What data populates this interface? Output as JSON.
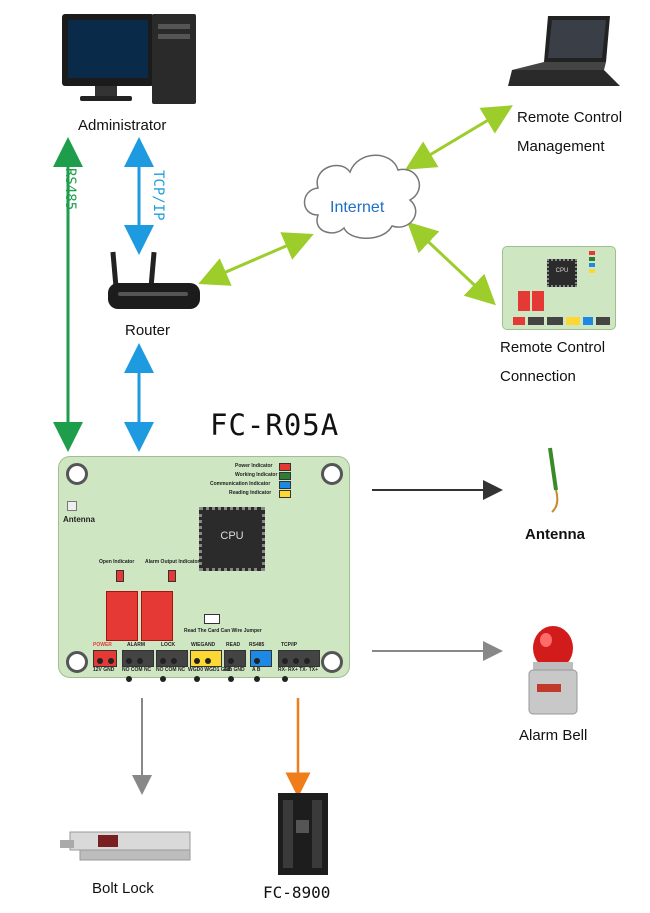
{
  "title": "FC-R05A",
  "nodes": {
    "administrator": "Administrator",
    "remote_mgmt_line1": "Remote Control",
    "remote_mgmt_line2": "Management",
    "internet": "Internet",
    "router": "Router",
    "remote_conn_line1": "Remote Control",
    "remote_conn_line2": "Connection",
    "antenna": "Antenna",
    "alarm_bell": "Alarm Bell",
    "bolt_lock": "Bolt Lock",
    "fc8900": "FC-8900"
  },
  "links": {
    "rs485": "RS485",
    "tcpip": "TCP/IP"
  },
  "board": {
    "cpu": "CPU",
    "antenna": "Antenna",
    "indicators": [
      "Power Indicator",
      "Working Indicator",
      "Communication Indicator",
      "Reading Indicator"
    ],
    "open_indicator": "Open Indicator",
    "alarm_output_indicator": "Alarm Output Indicator",
    "jumper": "Read The Card Can Wire Jumper",
    "terminals": [
      "POWER",
      "ALARM",
      "LOCK",
      "WIEGAND",
      "READ",
      "RS485",
      "TCP/IP"
    ],
    "terminal_pins": [
      "12V GND",
      "NO COM NC",
      "NO COM NC",
      "WGD0 WGD1 GND",
      "Eth GND",
      "A  B",
      "RX- RX+ TX- TX+"
    ]
  },
  "mini_board": {
    "cpu": "CPU"
  },
  "colors": {
    "green_arrow": "#1e9e4a",
    "blue_arrow": "#1e9be0",
    "lime_arrow": "#9ccd2a",
    "dark_arrow": "#333333",
    "gray_arrow": "#888888",
    "orange_arrow": "#ef7d1a",
    "board": "#cfe6c3"
  }
}
